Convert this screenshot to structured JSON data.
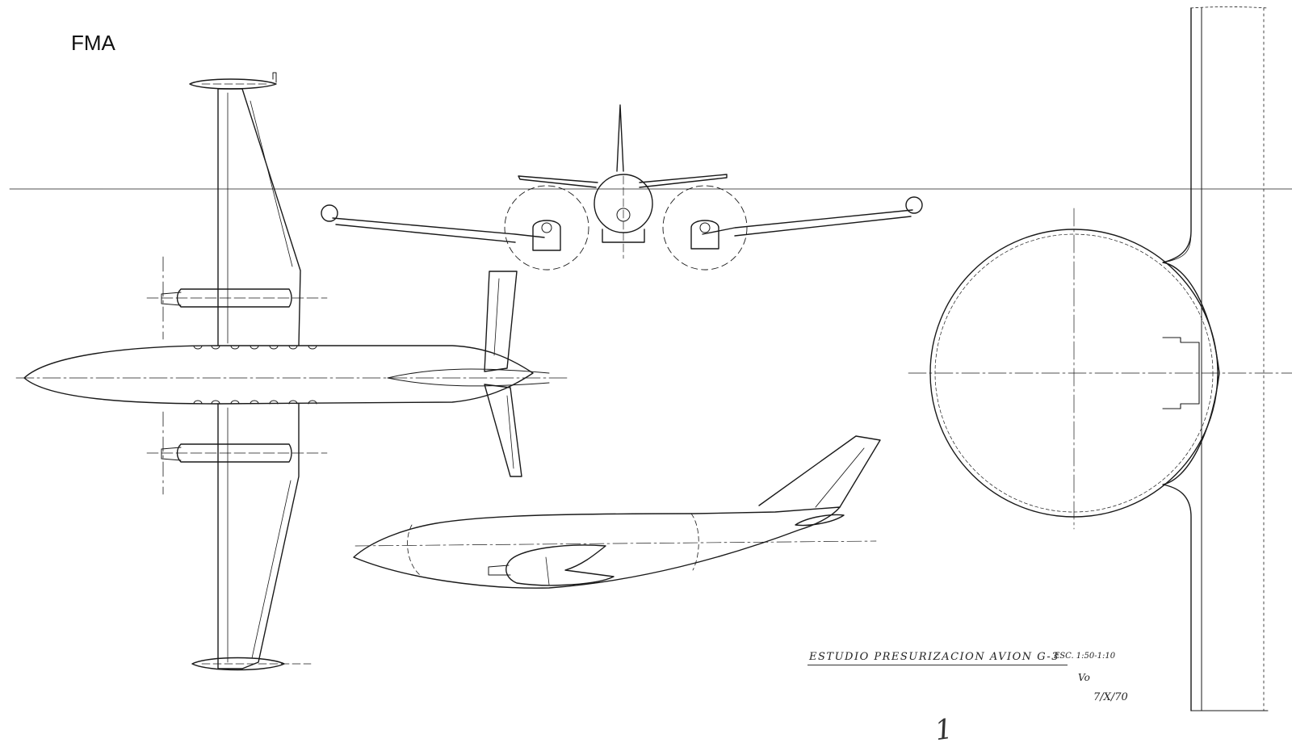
{
  "header": {
    "label": "FMA"
  },
  "title_block": {
    "title": "ESTUDIO PRESURIZACION AVION G-3",
    "scale": "ESC. 1:50-1:10",
    "approval": "Vo",
    "date": "7/X/70"
  },
  "sheet_mark": "1",
  "views": [
    {
      "name": "plan-view"
    },
    {
      "name": "front-view"
    },
    {
      "name": "side-view"
    },
    {
      "name": "fuselage-cross-section"
    }
  ]
}
